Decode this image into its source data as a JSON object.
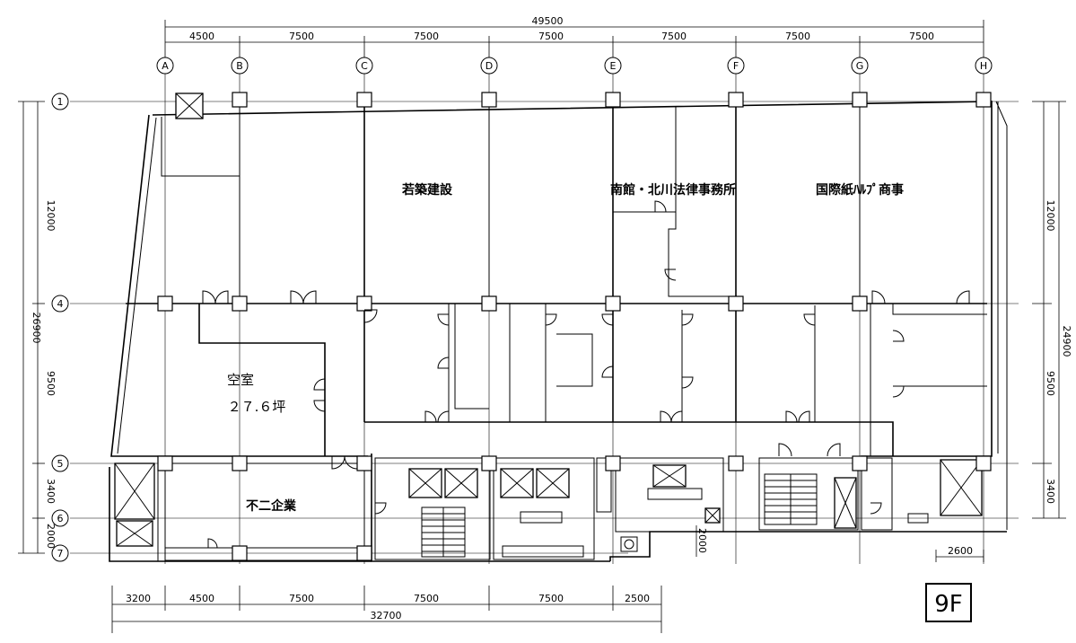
{
  "floor_label": "9F",
  "grid_columns": [
    "A",
    "B",
    "C",
    "D",
    "E",
    "F",
    "G",
    "H"
  ],
  "grid_rows": [
    "1",
    "4",
    "5",
    "6",
    "7"
  ],
  "top_dimensions": {
    "overall": "49500",
    "spans": [
      "4500",
      "7500",
      "7500",
      "7500",
      "7500",
      "7500",
      "7500"
    ]
  },
  "bottom_dimensions": {
    "overall": "32700",
    "spans": [
      "3200",
      "4500",
      "7500",
      "7500",
      "7500",
      "2500"
    ]
  },
  "right_bottom_dimension": "2600",
  "left_dimensions": {
    "overall": "26900",
    "spans": [
      "12000",
      "9500",
      "3400",
      "2000"
    ]
  },
  "right_dimensions": {
    "overall": "24900",
    "spans": [
      "12000",
      "9500",
      "3400"
    ]
  },
  "core_dimension": "2000",
  "rooms": {
    "wakachiku": "若築建設",
    "minamikan": "南館・北川法律事務所",
    "kokusai": "国際紙ﾊﾙﾌﾟ商事",
    "vacant": "空室",
    "vacant_area": "２７.６坪",
    "funi": "不二企業"
  }
}
